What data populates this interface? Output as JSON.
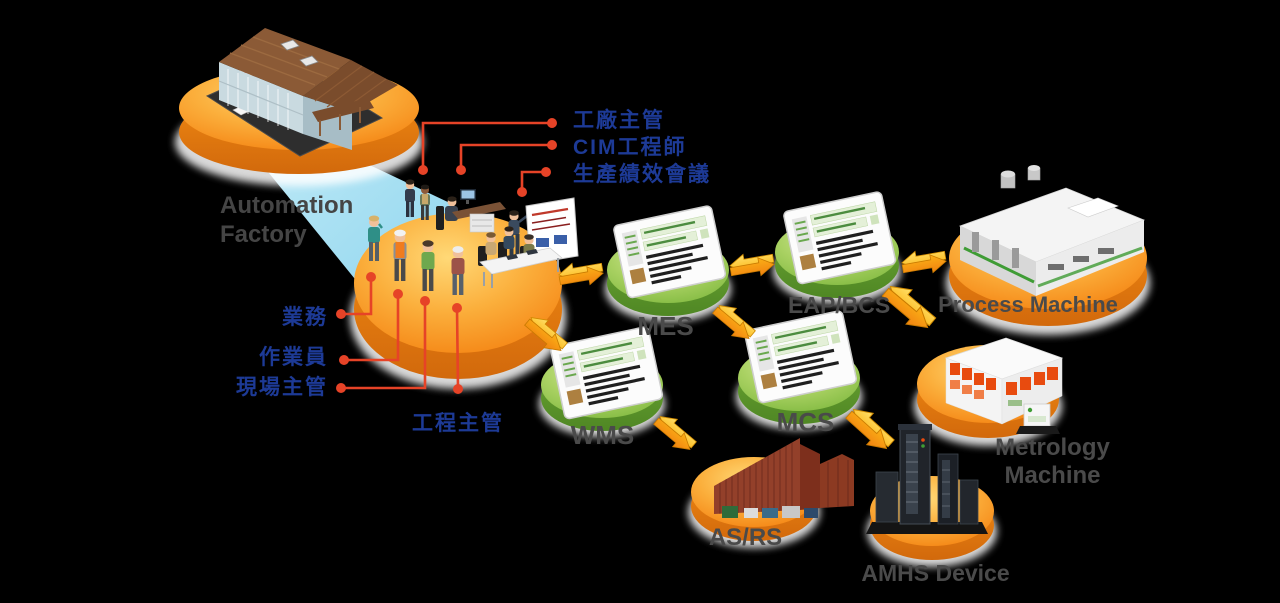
{
  "background": "#000000",
  "factory": {
    "label": "Automation Factory"
  },
  "top_roles": [
    "工廠主管",
    "CIM工程師",
    "生產績效會議"
  ],
  "left_roles": [
    "業務",
    "作業員",
    "現場主管",
    "工程主管"
  ],
  "systems": {
    "mes": "MES",
    "eap_bcs": "EAP/BCS",
    "wms": "WMS",
    "mcs": "MCS"
  },
  "equipment": {
    "process": "Process Machine",
    "metrology": "Metrology Machine",
    "asrs": "AS/RS",
    "amhs": "AMHS Device"
  },
  "icons": {
    "system_node": "browser-window-icon",
    "link": "double-arrow-icon",
    "factory": "factory-building-icon",
    "people": "people-group-icon"
  },
  "colors": {
    "platform_orange": "#f6921e",
    "platform_green": "#8cc63e",
    "arrow_gold": "#fcb514",
    "label_blue": "#1d3a96",
    "label_gray": "#4a4a4a",
    "connector_red": "#e64327",
    "beam_blue": "#9ddcf0"
  }
}
